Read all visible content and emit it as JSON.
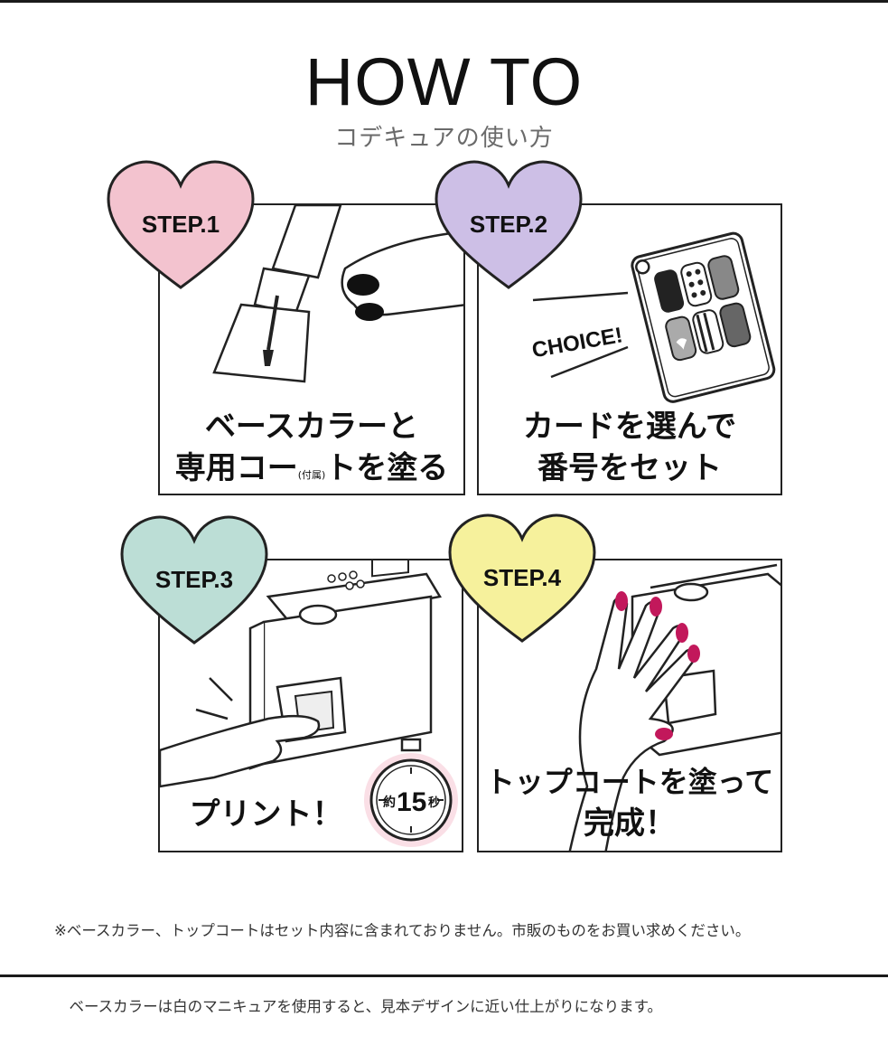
{
  "header": {
    "title": "HOW TO",
    "subtitle": "コデキュアの使い方"
  },
  "steps": [
    {
      "badge": "STEP.1",
      "badge_color": "#f3c3cf",
      "caption_line1": "ベースカラーと",
      "caption_line2_a": "専用コー",
      "caption_note": "(付属)",
      "caption_line2_b": "トを塗る"
    },
    {
      "badge": "STEP.2",
      "badge_color": "#cdbfe6",
      "choice_text": "CHOICE!",
      "caption_line1": "カードを選んで",
      "caption_line2": "番号をセット"
    },
    {
      "badge": "STEP.3",
      "badge_color": "#bcded6",
      "timer_prefix": "約",
      "timer_value": "15",
      "timer_unit": "秒",
      "caption": "プリント！"
    },
    {
      "badge": "STEP.4",
      "badge_color": "#f6f19c",
      "nail_color": "#c2185b",
      "caption_line1": "トップコートを塗って",
      "caption_line2": "完成！"
    }
  ],
  "footnote": {
    "line1": "※ベースカラー、トップコートはセット内容に含まれておりません。市販のものをお買い求めください。",
    "line2": "　ベースカラーは白のマニキュアを使用すると、見本デザインに近い仕上がりになります。"
  }
}
